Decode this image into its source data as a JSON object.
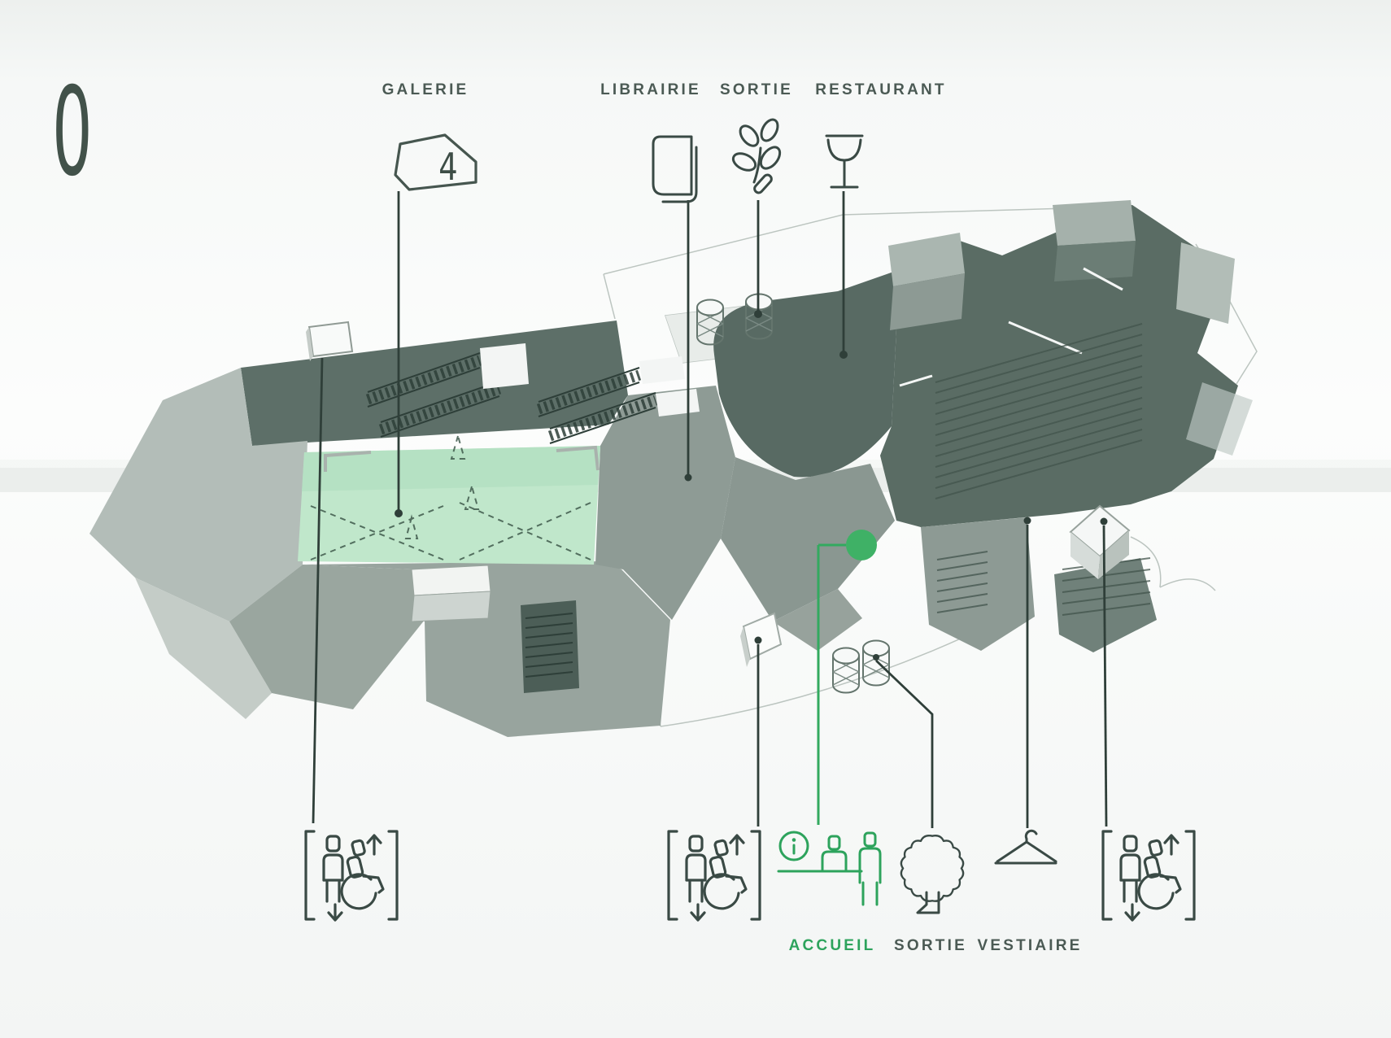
{
  "floor_indicator": {
    "number": "0"
  },
  "legend_top": {
    "galerie": {
      "label": "GALERIE",
      "icon": "gallery-room-tag-icon",
      "room_number": "4"
    },
    "librairie": {
      "label": "LIBRAIRIE",
      "icon": "book-icon"
    },
    "sortie": {
      "label": "SORTIE",
      "icon": "plant-icon"
    },
    "restaurant": {
      "label": "RESTAURANT",
      "icon": "wine-glass-icon"
    }
  },
  "legend_bottom": {
    "elevator_left": {
      "icon": "elevator-accessible-icon"
    },
    "elevator_middle": {
      "icon": "elevator-accessible-icon"
    },
    "accueil": {
      "label": "ACCUEIL",
      "icon": "info-desk-icon"
    },
    "sortie": {
      "label": "SORTIE",
      "icon": "tree-icon"
    },
    "vestiaire": {
      "label": "VESTIAIRE",
      "icon": "coat-hanger-icon"
    },
    "elevator_right": {
      "icon": "elevator-accessible-icon"
    }
  },
  "map": {
    "type": "isometric-museum-floor-plan",
    "highlighted_area": "galerie",
    "colors": {
      "gallery_highlight": "#c0e7cb",
      "accent_green": "#2da35c",
      "accueil_marker": "#3fb166",
      "plan_dark": "#5a6c64",
      "plan_mid": "#8e9b95",
      "plan_light": "#b4beb9",
      "line_dark": "#2f3f39",
      "label_text": "#4b5a54"
    }
  }
}
